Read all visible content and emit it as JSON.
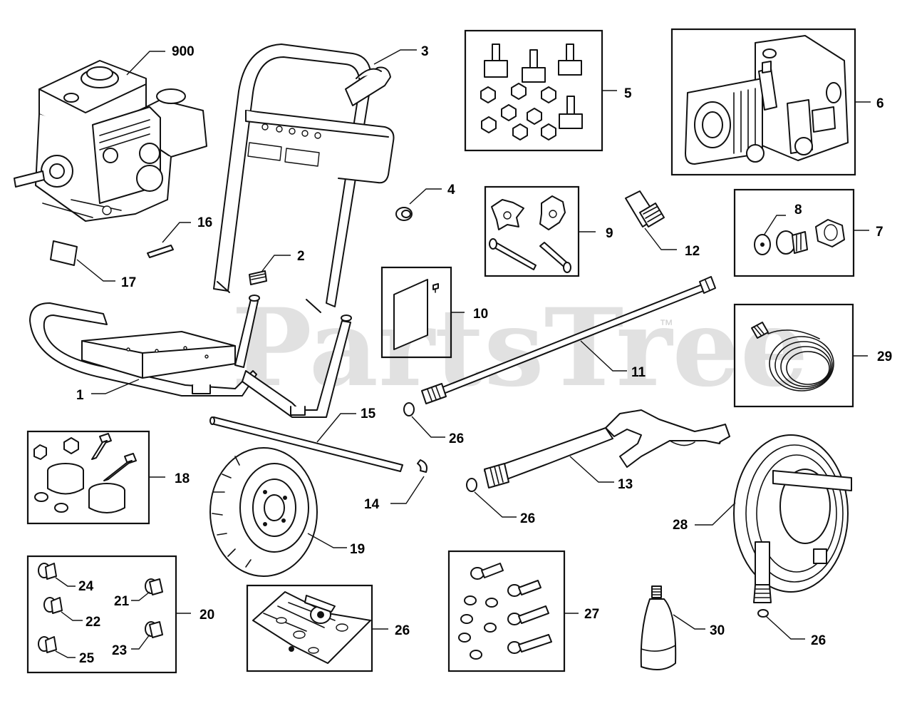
{
  "watermark": {
    "text": "PartsTree",
    "trademark": "™"
  },
  "callouts": {
    "c900": "900",
    "c3": "3",
    "c5": "5",
    "c6": "6",
    "c4": "4",
    "c9": "9",
    "c12": "12",
    "c8": "8",
    "c7": "7",
    "c16": "16",
    "c2": "2",
    "c17": "17",
    "c10": "10",
    "c11": "11",
    "c29": "29",
    "c1": "1",
    "c15": "15",
    "c26a": "26",
    "c18": "18",
    "c14": "14",
    "c13": "13",
    "c26b": "26",
    "c28": "28",
    "c19": "19",
    "c24": "24",
    "c21": "21",
    "c22": "22",
    "c20": "20",
    "c23": "23",
    "c25": "25",
    "c26c": "26",
    "c27": "27",
    "c30": "30",
    "c26d": "26"
  }
}
